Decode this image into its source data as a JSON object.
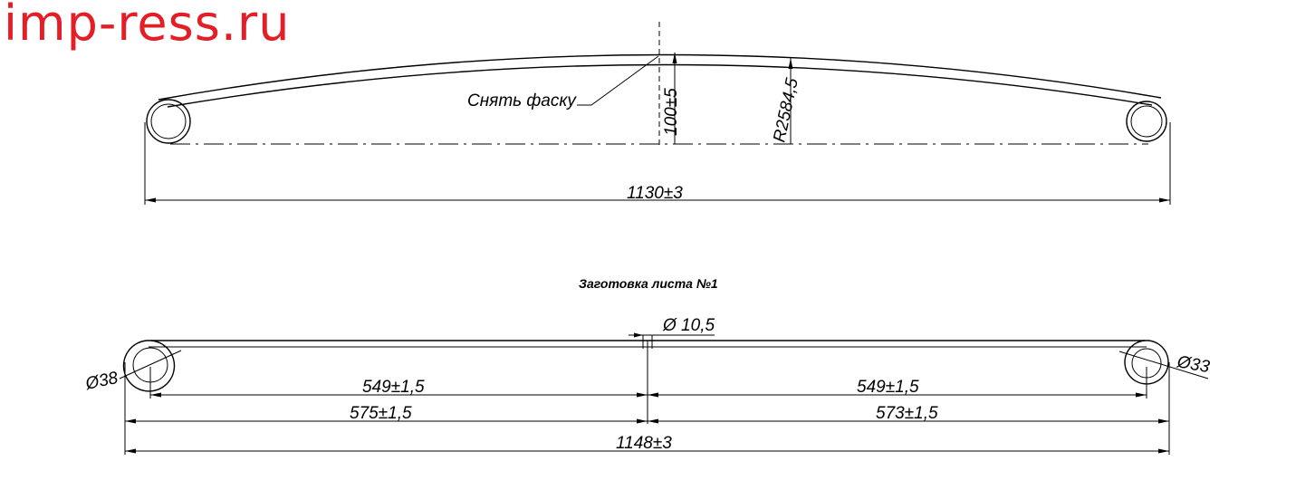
{
  "brand": {
    "text": "imp-ress.ru",
    "color": "#e41e26"
  },
  "top_view": {
    "chamfer_note": "Снять фаску",
    "camber": "100±5",
    "radius": "R2584,5",
    "overall_length": "1130±3"
  },
  "blank_view": {
    "title": "Заготовка листа №1",
    "center_hole": "Ø 10,5",
    "left_eye": "Ø38",
    "right_eye": "Ø33",
    "left_half_inner": "549±1,5",
    "right_half_inner": "549±1,5",
    "left_half_outer": "575±1,5",
    "right_half_outer": "573±1,5",
    "overall_length": "1148±3"
  }
}
